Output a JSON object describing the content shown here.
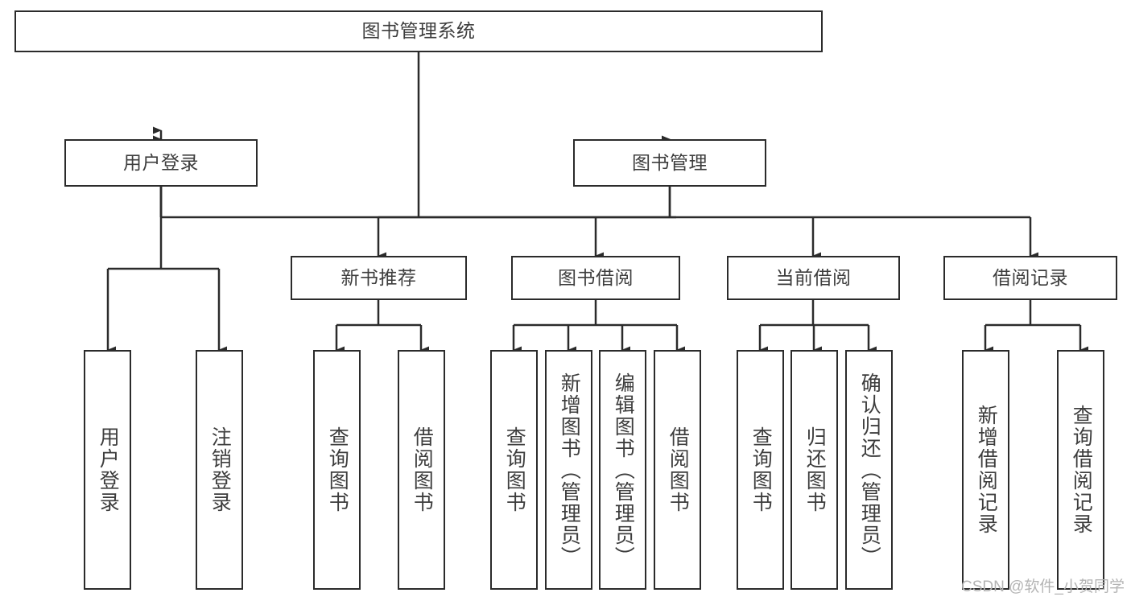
{
  "diagram": {
    "title": "图书管理系统",
    "type": "tree-hierarchy-chart",
    "watermark": "CSDN @软件_小贺同学",
    "colors": {
      "stroke": "#2b2b2b",
      "text": "#3d3d3d",
      "background": "#ffffff",
      "watermark": "#b4b4b4"
    },
    "levels": {
      "root": {
        "label": "图书管理系统"
      },
      "level2": [
        {
          "label": "用户登录"
        },
        {
          "label": "图书管理"
        }
      ],
      "level3": [
        {
          "label": "新书推荐"
        },
        {
          "label": "图书借阅"
        },
        {
          "label": "当前借阅"
        },
        {
          "label": "借阅记录"
        }
      ],
      "leaves": {
        "user_login": [
          {
            "label": "用户登录"
          },
          {
            "label": "注销登录"
          }
        ],
        "new_book_recommend": [
          {
            "label": "查询图书"
          },
          {
            "label": "借阅图书"
          }
        ],
        "book_borrow": [
          {
            "label": "查询图书"
          },
          {
            "label": "新增图书（管理员）"
          },
          {
            "label": "编辑图书（管理员）"
          },
          {
            "label": "借阅图书"
          }
        ],
        "current_borrow": [
          {
            "label": "查询图书"
          },
          {
            "label": "归还图书"
          },
          {
            "label": "确认归还（管理员）"
          }
        ],
        "borrow_record": [
          {
            "label": "新增借阅记录"
          },
          {
            "label": "查询借阅记录"
          }
        ]
      }
    }
  }
}
